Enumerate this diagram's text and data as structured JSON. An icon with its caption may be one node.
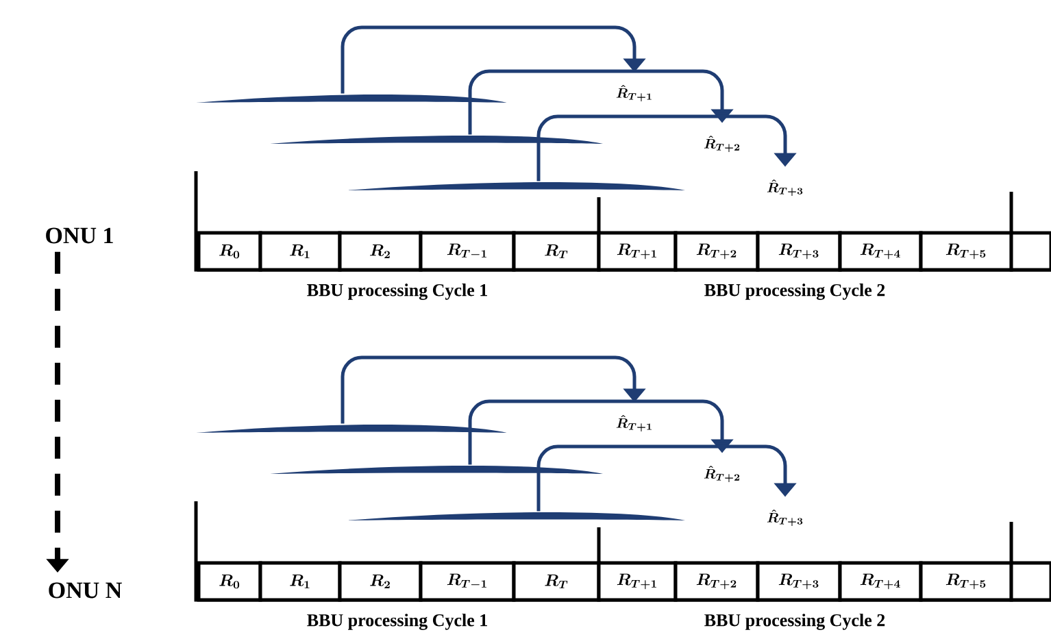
{
  "diagram": {
    "nodes": [
      {
        "text": [],
        "shape": "arc"
      },
      {
        "text": [],
        "shape": "arc"
      },
      {
        "text": [],
        "shape": "arc"
      },
      {
        "text": [
          "\\hat{R}_{T+1}"
        ]
      },
      {
        "text": [
          "\\hat{R}_{T+2}"
        ]
      },
      {
        "text": [
          "\\hat{R}_{T+3}"
        ]
      },
      {
        "text": [
          "ONU 1"
        ]
      },
      {
        "text": [
          "R_{0}"
        ]
      },
      {
        "text": [
          "R_{1}"
        ]
      },
      {
        "text": [
          "R_{2}"
        ]
      },
      {
        "text": [
          "R_{T-1}"
        ]
      },
      {
        "text": [
          "R_{T}"
        ]
      },
      {
        "text": [
          "R_{T+1}"
        ]
      },
      {
        "text": [
          "R_{T+2}"
        ]
      },
      {
        "text": [
          "R_{T+3}"
        ]
      },
      {
        "text": [
          "R_{T+4}"
        ]
      },
      {
        "text": [
          "R_{T+5}"
        ]
      },
      {
        "text": [],
        "shape": "box"
      },
      {
        "text": [],
        "shape": "arc"
      },
      {
        "text": [],
        "shape": "arc"
      },
      {
        "text": [],
        "shape": "arc"
      },
      {
        "text": [
          "\\hat{R}_{T+1}"
        ]
      },
      {
        "text": [
          "\\hat{R}_{T+2}"
        ]
      },
      {
        "text": [
          "\\hat{R}_{T+3}"
        ]
      },
      {
        "text": [
          "ONU N"
        ]
      },
      {
        "text": [
          "R_{0}"
        ]
      },
      {
        "text": [
          "R_{1}"
        ]
      },
      {
        "text": [
          "R_{2}"
        ]
      },
      {
        "text": [
          "R_{T-1}"
        ]
      },
      {
        "text": [
          "R_{T}"
        ]
      },
      {
        "text": [
          "R_{T+1}"
        ]
      },
      {
        "text": [
          "R_{T+2}"
        ]
      },
      {
        "text": [
          "R_{T+3}"
        ]
      },
      {
        "text": [
          "R_{T+4}"
        ]
      },
      {
        "text": [
          "R_{T+5}"
        ]
      },
      {
        "text": [],
        "shape": "box"
      }
    ],
    "edges": [
      {
        "from": 0,
        "to": 3,
        "arrow": "to"
      },
      {
        "from": 1,
        "to": 4,
        "arrow": "to"
      },
      {
        "from": 2,
        "to": 5,
        "arrow": "to"
      },
      {
        "from": 18,
        "to": 21,
        "arrow": "to"
      },
      {
        "from": 19,
        "to": 22,
        "arrow": "to"
      },
      {
        "from": 20,
        "to": 23,
        "arrow": "to"
      },
      {
        "from": 6,
        "to": 24,
        "arrow": "to",
        "style": "dashed",
        "color": "#000000"
      }
    ],
    "labels": [
      "BBU processing Cycle 1",
      "BBU processing Cycle 2",
      "BBU processing Cycle 1",
      "BBU processing Cycle 2"
    ]
  }
}
